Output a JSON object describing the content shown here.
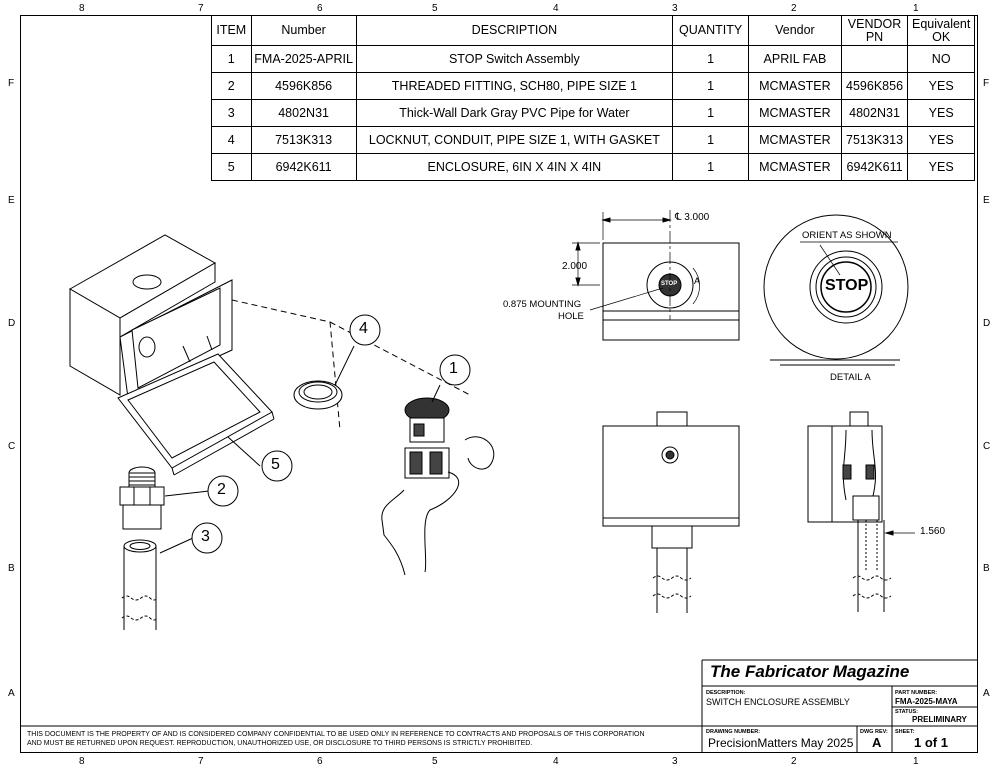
{
  "zones": {
    "top": [
      "8",
      "7",
      "6",
      "5",
      "4",
      "3",
      "2",
      "1"
    ],
    "bottom": [
      "8",
      "7",
      "6",
      "5",
      "4",
      "3",
      "2",
      "1"
    ],
    "left": [
      "F",
      "E",
      "D",
      "C",
      "B",
      "A"
    ],
    "right": [
      "F",
      "E",
      "D",
      "C",
      "B",
      "A"
    ]
  },
  "bom": {
    "headers": {
      "item": "ITEM",
      "number": "Number",
      "description": "DESCRIPTION",
      "quantity": "QUANTITY",
      "vendor": "Vendor",
      "pn_line1": "VENDOR",
      "pn_line2": "PN",
      "eq_line1": "Equivalent",
      "eq_line2": "OK"
    },
    "rows": [
      {
        "item": "1",
        "number": "FMA-2025-APRIL",
        "description": "STOP Switch Assembly",
        "quantity": "1",
        "vendor": "APRIL FAB",
        "pn": "",
        "eq": "NO"
      },
      {
        "item": "2",
        "number": "4596K856",
        "description": "THREADED FITTING, SCH80, PIPE SIZE 1",
        "quantity": "1",
        "vendor": "MCMASTER",
        "pn": "4596K856",
        "eq": "YES"
      },
      {
        "item": "3",
        "number": "4802N31",
        "description": "Thick-Wall Dark Gray PVC Pipe for Water",
        "quantity": "1",
        "vendor": "MCMASTER",
        "pn": "4802N31",
        "eq": "YES"
      },
      {
        "item": "4",
        "number": "7513K313",
        "description": "LOCKNUT, CONDUIT, PIPE SIZE 1, WITH GASKET",
        "quantity": "1",
        "vendor": "MCMASTER",
        "pn": "7513K313",
        "eq": "YES"
      },
      {
        "item": "5",
        "number": "6942K611",
        "description": "ENCLOSURE, 6IN X 4IN X 4IN",
        "quantity": "1",
        "vendor": "MCMASTER",
        "pn": "6942K611",
        "eq": "YES"
      }
    ]
  },
  "balloons": [
    "1",
    "2",
    "3",
    "4",
    "5"
  ],
  "dimensions": {
    "centerline": "℄ 3.000",
    "height": "2.000",
    "mounting_line1": "0.875 MOUNTING",
    "mounting_line2": "HOLE",
    "side": "1.560"
  },
  "switch_text": "STOP",
  "detail": {
    "note": "ORIENT AS SHOWN",
    "label": "DETAIL A",
    "view_letter": "A"
  },
  "title_block": {
    "company": "The Fabricator Magazine",
    "description_label": "DESCRIPTION:",
    "description": "SWITCH ENCLOSURE ASSEMBLY",
    "part_number_label": "PART NUMBER:",
    "part_number": "FMA-2025-MAYA",
    "status_label": "STATUS:",
    "status": "PRELIMINARY",
    "drawing_number_label": "DRAWING NUMBER:",
    "drawing_number": "PrecisionMatters May 2025",
    "rev_label": "DWG REV:",
    "rev": "A",
    "sheet_label": "SHEET:",
    "sheet": "1 of 1"
  },
  "disclaimer_line1": "THIS DOCUMENT IS THE PROPERTY OF  AND IS CONSIDERED COMPANY CONFIDENTIAL TO BE USED ONLY IN REFERENCE TO CONTRACTS AND PROPOSALS OF THIS CORPORATION",
  "disclaimer_line2": "AND MUST BE RETURNED UPON REQUEST.  REPRODUCTION, UNAUTHORIZED USE, OR DISCLOSURE TO THIRD PERSONS IS STRICTLY PROHIBITED."
}
